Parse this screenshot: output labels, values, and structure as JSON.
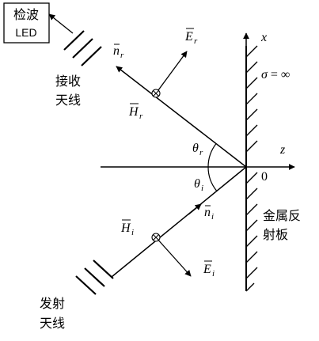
{
  "detector_box": {
    "line1": "检波",
    "line2": "LED"
  },
  "receiving_antenna": {
    "line1": "接收",
    "line2": "天线"
  },
  "transmitting_antenna": {
    "line1": "发射",
    "line2": "天线"
  },
  "metal_plate": {
    "line1": "金属反",
    "line2": "射板"
  },
  "axes": {
    "x": "x",
    "z": "z",
    "origin": "0"
  },
  "sigma": {
    "symbol": "σ",
    "eq": " = ∞"
  },
  "labels": {
    "n_reflected": {
      "main": "n",
      "sub": "r"
    },
    "E_reflected": {
      "main": "E",
      "sub": "r"
    },
    "H_reflected": {
      "main": "H",
      "sub": "r"
    },
    "theta_reflected": {
      "main": "θ",
      "sub": "r"
    },
    "theta_incident": {
      "main": "θ",
      "sub": "i"
    },
    "n_incident": {
      "main": "n",
      "sub": "i"
    },
    "H_incident": {
      "main": "H",
      "sub": "i"
    },
    "E_incident": {
      "main": "E",
      "sub": "i"
    }
  }
}
